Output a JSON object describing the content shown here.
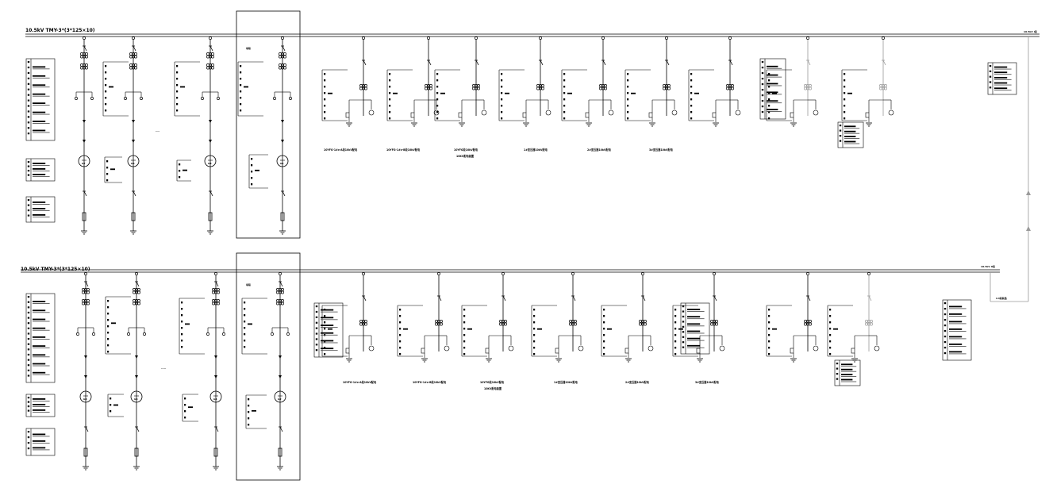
{
  "busbars": [
    {
      "id": "bus1",
      "label": "10.5kV  TMY-3*(3*125×10)",
      "right_label": "10.5kV I段"
    },
    {
      "id": "bus2",
      "label": "10.5kV  TMY-3*(3*125×10)",
      "right_label": "10.5kV II段"
    }
  ],
  "section1": {
    "motors": [
      "G7",
      "G5",
      "G3",
      "G1"
    ],
    "motor_dots": "----",
    "feeder_captions": [
      "10YFG-1#x-A段10kV配电",
      "10YFG-1#x-B段10kV配电",
      "10YFG段10kV配电",
      "1#变压器10kV配电",
      "2#变压器10kV配电",
      "3#变压器10kV配电"
    ],
    "feeder_caption_line2": "10KV配电装置",
    "coupler_label": "母联",
    "tie_label": "I-II段联络"
  },
  "section2": {
    "motors": [
      "G8",
      "G6",
      "G4",
      "G2"
    ],
    "motor_dots": "-----",
    "feeder_captions": [
      "10YFG-1#x-A段10kV配电",
      "10YFG-1#x-B段10kV配电",
      "10YFG段10kV配电",
      "1#变压器10kV配电",
      "2#变压器10kV配电",
      "3#变压器10kV配电"
    ],
    "feeder_caption_line2": "10KV配电装置",
    "coupler_label": "母联"
  },
  "colors": {
    "line": "#000000",
    "grey": "#9a9a9a",
    "background": "#ffffff"
  }
}
